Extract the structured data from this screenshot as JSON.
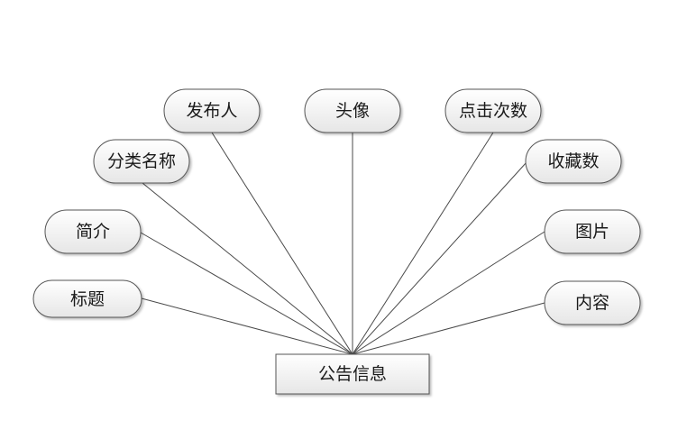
{
  "entity": {
    "label": "公告信息"
  },
  "attributes": [
    {
      "label": "标题"
    },
    {
      "label": "简介"
    },
    {
      "label": "分类名称"
    },
    {
      "label": "发布人"
    },
    {
      "label": "头像"
    },
    {
      "label": "点击次数"
    },
    {
      "label": "收藏数"
    },
    {
      "label": "图片"
    },
    {
      "label": "内容"
    }
  ],
  "colors": {
    "line": "#4a4a4a",
    "border": "#555555",
    "fill_top": "#ffffff",
    "fill_bottom": "#e8e8e8",
    "text": "#1a1a1a"
  }
}
